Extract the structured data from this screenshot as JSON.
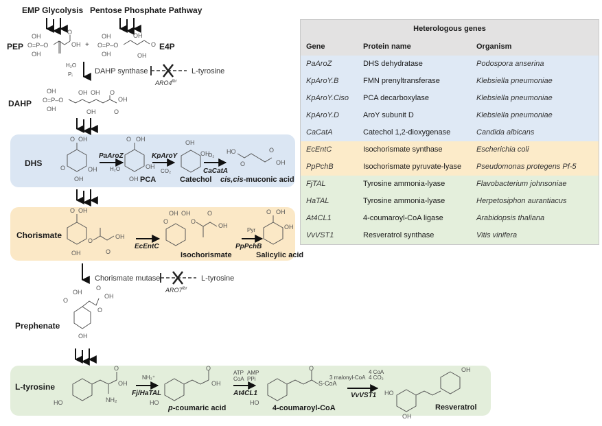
{
  "sources": {
    "glycolysis": "EMP Glycolysis",
    "ppp": "Pentose Phosphate Pathway"
  },
  "metabolites": {
    "pep": "PEP",
    "e4p": "E4P",
    "dahp": "DAHP",
    "dhs": "DHS",
    "pca": "PCA",
    "catechol": "Catechol",
    "muconic": "cis,cis-muconic acid",
    "chorismate": "Chorismate",
    "isochorismate": "Isochorismate",
    "salicylic": "Salicylic acid",
    "prephenate": "Prephenate",
    "ltyrosine": "L-tyrosine",
    "pcoumaric": "p-coumaric acid",
    "coumaroylcoa": "4-coumaroyl-CoA",
    "resveratrol": "Resveratrol"
  },
  "plus": "+",
  "regulation": {
    "dahp_synthase": "DAHP synthase",
    "dahp_inhibitor": "L-tyrosine",
    "aro4": "ARO4",
    "aro4_sup": "fbr",
    "chorismate_mutase": "Chorismate mutase",
    "cm_inhibitor": "L-tyrosine",
    "aro7": "ARO7",
    "aro7_sup": "fbr"
  },
  "cofactors": {
    "h2o_in": "H₂O",
    "pi_out": "Pᵢ",
    "h2o_out": "H₂O",
    "co2_out": "CO₂",
    "o2_in": "O₂",
    "pyr_out": "Pyr",
    "nh3_out": "NH₃⁺",
    "atp": "ATP",
    "coa": "CoA",
    "amp": "AMP",
    "ppi": "PPi",
    "malonyl": "3 malonyl-CoA",
    "coa4": "4 CoA",
    "co2_4": "4 CO₂",
    "scoa": "S-CoA"
  },
  "enzymes": {
    "paroz": "PaAroZ",
    "kparoy": "KpAroY",
    "cacata": "CaCatA",
    "ecentc": "EcEntC",
    "pppchb": "PpPchB",
    "fjhatal": "Fj/HaTAL",
    "at4cl1": "At4CL1",
    "vvvst1": "VvVST1"
  },
  "table": {
    "title": "Heterologous genes",
    "headers": [
      "Gene",
      "Protein name",
      "Organism"
    ],
    "rows": [
      {
        "gene": "PaAroZ",
        "protein": "DHS dehydratase",
        "organism": "Podospora anserina",
        "group": "blue"
      },
      {
        "gene": "KpAroY.B",
        "protein": "FMN prenyltransferase",
        "organism": "Klebsiella pneumoniae",
        "group": "blue"
      },
      {
        "gene": "KpAroY.Ciso",
        "protein": "PCA decarboxylase",
        "organism": "Klebsiella pneumoniae",
        "group": "blue"
      },
      {
        "gene": "KpAroY.D",
        "protein": "AroY subunit D",
        "organism": "Klebsiella pneumoniae",
        "group": "blue"
      },
      {
        "gene": "CaCatA",
        "protein": "Catechol 1,2-dioxygenase",
        "organism": "Candida albicans",
        "group": "blue"
      },
      {
        "gene": "EcEntC",
        "protein": "Isochorismate synthase",
        "organism": "Escherichia coli",
        "group": "orange"
      },
      {
        "gene": "PpPchB",
        "protein": "Isochorismate pyruvate-lyase",
        "organism": "Pseudomonas protegens Pf-5",
        "group": "orange"
      },
      {
        "gene": "FjTAL",
        "protein": "Tyrosine ammonia-lyase",
        "organism": "Flavobacterium johnsoniae",
        "group": "green"
      },
      {
        "gene": "HaTAL",
        "protein": "Tyrosine ammonia-lyase",
        "organism": "Herpetosiphon aurantiacus",
        "group": "green"
      },
      {
        "gene": "At4CL1",
        "protein": "4-coumaroyl-CoA ligase",
        "organism": "Arabidopsis thaliana",
        "group": "green"
      },
      {
        "gene": "VvVST1",
        "protein": "Resveratrol synthase",
        "organism": "Vitis vinifera",
        "group": "green"
      }
    ]
  },
  "colors": {
    "dhs_module": "#dbe6f3",
    "salicylic_module": "#fbe8c6",
    "resveratrol_module": "#e3eedb",
    "table_header": "#e3e2e2"
  }
}
